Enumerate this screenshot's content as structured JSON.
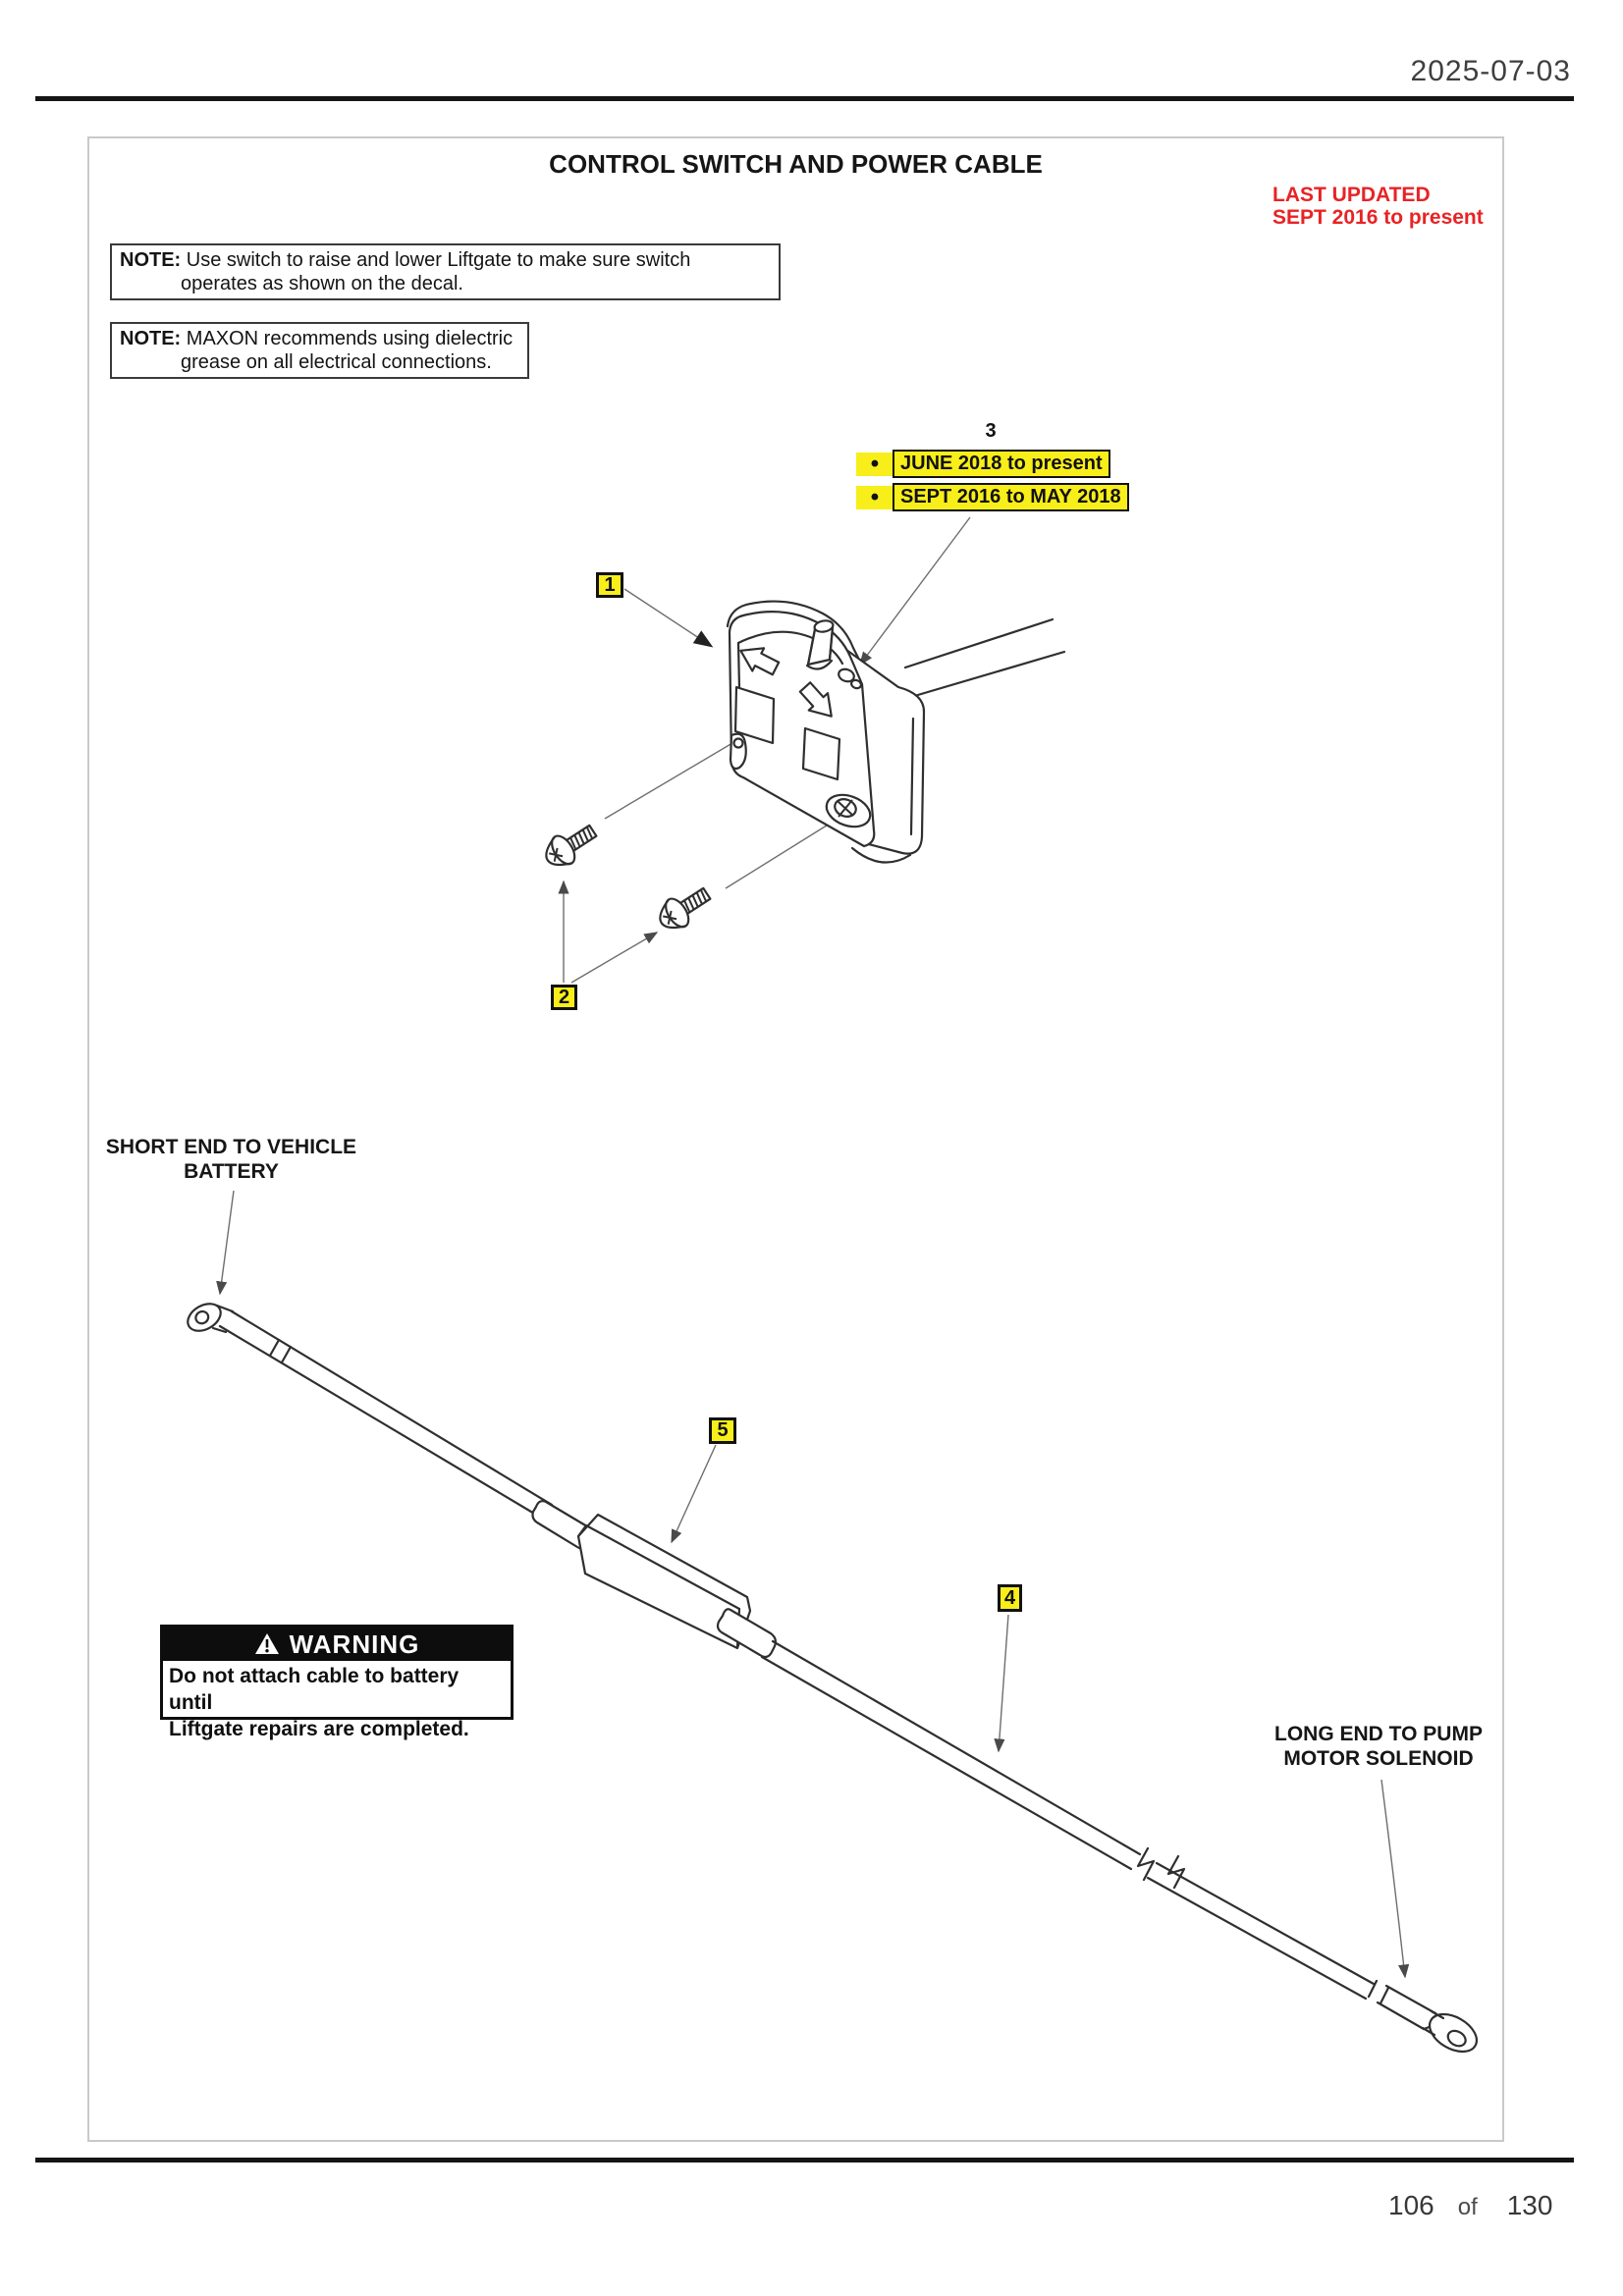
{
  "page": {
    "date": "2025-07-03",
    "footer": {
      "page": "106",
      "of": "of",
      "total": "130"
    }
  },
  "figure": {
    "title": "CONTROL SWITCH AND POWER CABLE",
    "last_updated": {
      "line1": "LAST UPDATED",
      "line2": "SEPT 2016 to present"
    },
    "notes": [
      {
        "label": "NOTE:",
        "line1": "Use switch to raise and lower Liftgate to make sure switch",
        "line2": "operates as shown on the decal."
      },
      {
        "label": "NOTE:",
        "line1": "MAXON recommends using dielectric",
        "line2": "grease on all electrical connections."
      }
    ],
    "item3": {
      "number": "3",
      "bullet": "•",
      "options": [
        "JUNE 2018 to present",
        "SEPT 2016 to MAY 2018"
      ]
    },
    "callouts": {
      "c1": "1",
      "c2": "2",
      "c4": "4",
      "c5": "5"
    },
    "labels": {
      "short_end": {
        "line1": "SHORT END TO VEHICLE",
        "line2": "BATTERY"
      },
      "long_end": {
        "line1": "LONG END TO PUMP",
        "line2": "MOTOR SOLENOID"
      }
    },
    "warning": {
      "title": "WARNING",
      "line1": "Do not attach cable to battery until",
      "line2": "Liftgate repairs are completed."
    }
  },
  "colors": {
    "highlight": "#f8ee1a",
    "alert_red": "#e82325",
    "line_art": "#2f2f2f"
  }
}
